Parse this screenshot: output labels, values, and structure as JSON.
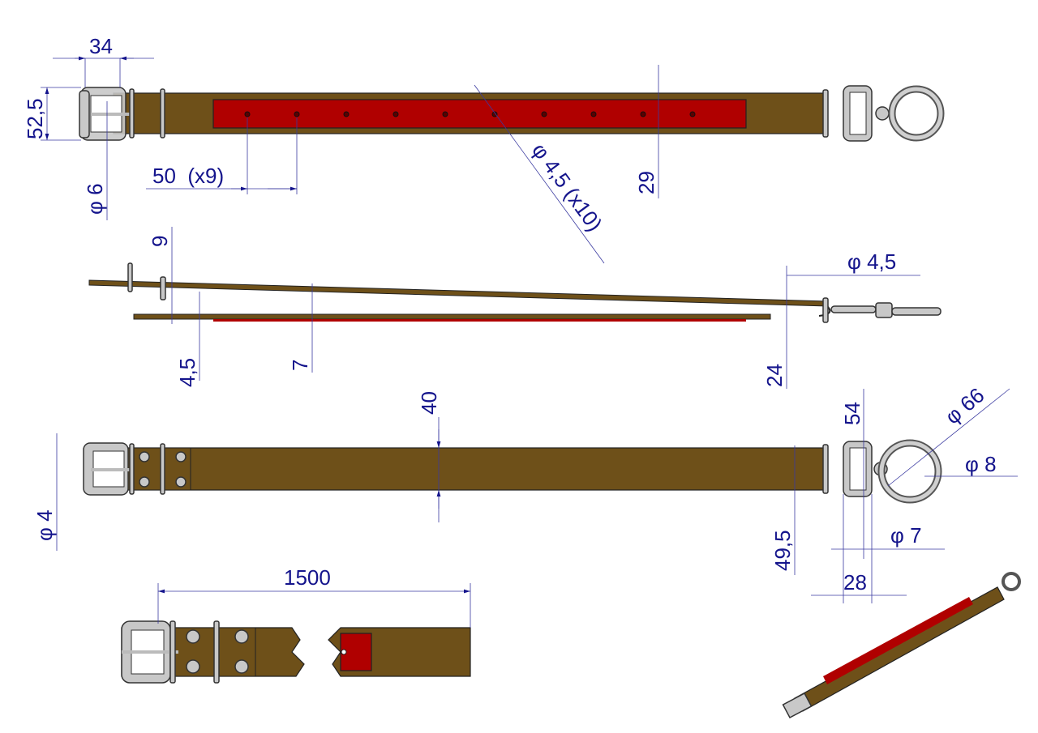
{
  "drawing": {
    "colors": {
      "leather": "#6e5019",
      "patch": "#b00000",
      "dimension": "#14148c",
      "metal": "#c8c8c8"
    },
    "dimensions": {
      "buckle_width": "34",
      "buckle_height": "52,5",
      "pin_diameter": "φ 6",
      "hole_spacing": "50  (x9)",
      "hole_diameter": "φ 4,5 (x10)",
      "patch_width": "29",
      "keeper_thickness": "9",
      "loop_diameter": "φ 4,5",
      "strap_thickness": "4,5",
      "total_thickness": "7",
      "end_gap": "24",
      "belt_width": "40",
      "dring_height": "54",
      "ring_diameter": "φ 66",
      "ring_wire": "φ 8",
      "rivet_diameter": "φ 4",
      "end_width": "49,5",
      "dring_wire": "φ 7",
      "dring_depth": "28",
      "length": "1500"
    }
  }
}
